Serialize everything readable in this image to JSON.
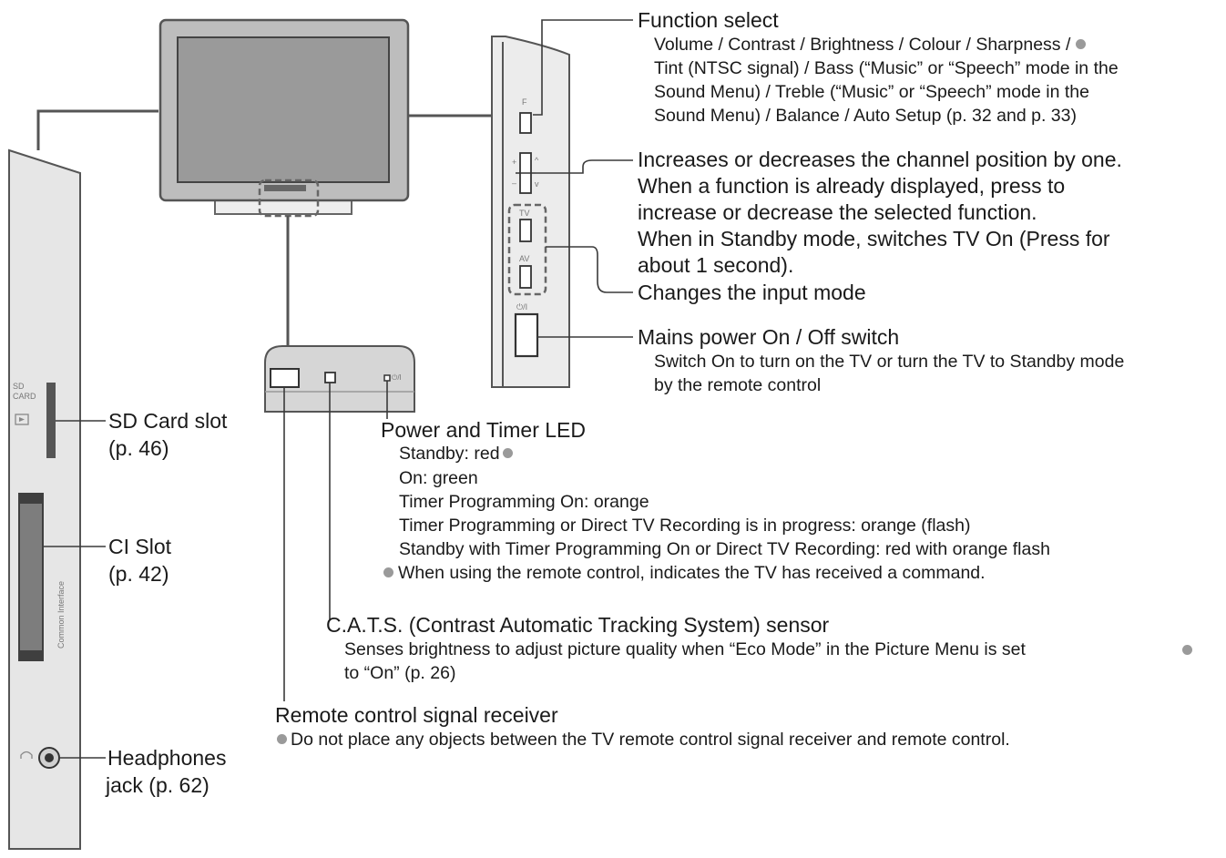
{
  "function_select": {
    "title": "Function select",
    "lines": [
      "Volume / Contrast / Brightness / Colour / Sharpness /",
      "Tint (NTSC signal) / Bass (“Music” or “Speech” mode in the",
      "Sound Menu) / Treble (“Music” or “Speech” mode in the",
      "Sound Menu) / Balance / Auto Setup (p. 32 and p. 33)"
    ]
  },
  "channel": {
    "lines": [
      "Increases or decreases the channel position by one.",
      "When a function is already displayed, press to",
      "increase or decrease the selected function.",
      "When in Standby mode, switches TV On (Press for",
      "about 1 second)."
    ]
  },
  "input_mode": {
    "title": "Changes the input mode"
  },
  "mains_power": {
    "title": "Mains power On / Off switch",
    "lines": [
      "Switch On to turn on the TV or turn the TV to Standby mode",
      "by the remote control"
    ]
  },
  "led": {
    "title": "Power and Timer LED",
    "lines": [
      "Standby: red",
      "On: green",
      "Timer Programming On: orange",
      "Timer Programming or Direct TV Recording is in progress: orange (flash)",
      "Standby with Timer Programming On or Direct TV Recording: red with orange flash",
      "When using the remote control, indicates the TV has received a command."
    ]
  },
  "cats": {
    "title": "C.A.T.S. (Contrast Automatic Tracking System) sensor",
    "lines": [
      "Senses brightness to adjust picture quality when “Eco Mode” in the Picture Menu is set",
      "to “On” (p. 26)"
    ]
  },
  "remote": {
    "title": "Remote control signal receiver",
    "lines": [
      "Do not place any objects between the TV remote control signal receiver and remote control."
    ]
  },
  "sd_slot": {
    "lines": [
      "SD Card slot",
      "(p. 46)"
    ]
  },
  "ci_slot": {
    "lines": [
      "CI Slot",
      "(p. 42)"
    ]
  },
  "headphones": {
    "lines": [
      "Headphones",
      "jack (p. 62)"
    ]
  },
  "panel_labels": {
    "sd_card": [
      "SD",
      "CARD"
    ],
    "common_interface": "Common Interface",
    "button_f": "F",
    "button_plus": "+",
    "button_minus": "–",
    "button_up": "^",
    "button_down": "v",
    "button_tv": "TV",
    "button_av": "AV",
    "button_power": "⏻/I",
    "front_power": "⏻/I"
  },
  "colors": {
    "line": "#3a3a3a",
    "panel_fill": "#e6e6e6",
    "bullet": "#9a9a9a"
  }
}
